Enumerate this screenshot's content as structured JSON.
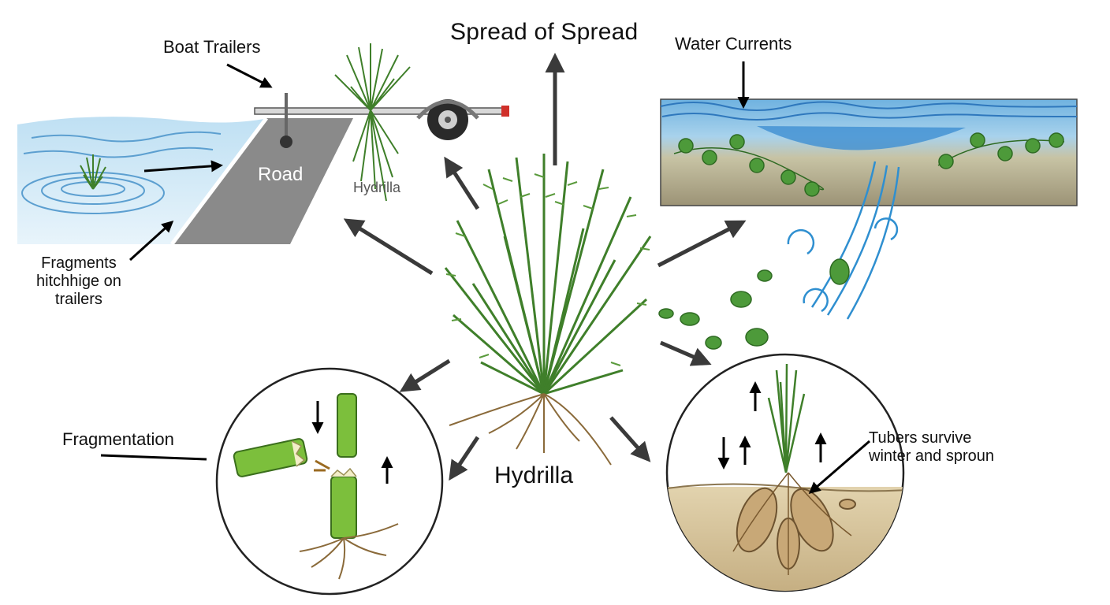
{
  "title": "Spread of Spread",
  "center_label": "Hydrilla",
  "panels": {
    "boat": {
      "title": "Boat Trailers",
      "road_label": "Road",
      "plant_label": "Hydrilla",
      "note": "Fragments\nhitchhige on\ntrailers"
    },
    "water": {
      "title": "Water Currents"
    },
    "fragmentation": {
      "title": "Fragmentation"
    },
    "tubers": {
      "note": "Tubers survive\nwinter and sproun"
    }
  },
  "colors": {
    "plant_green": "#3f7f2a",
    "water_blue": "#4a90c8",
    "road_gray": "#8a8a8a",
    "soil_tan": "#d2bf96",
    "arrow_dark": "#3a3a3a"
  }
}
